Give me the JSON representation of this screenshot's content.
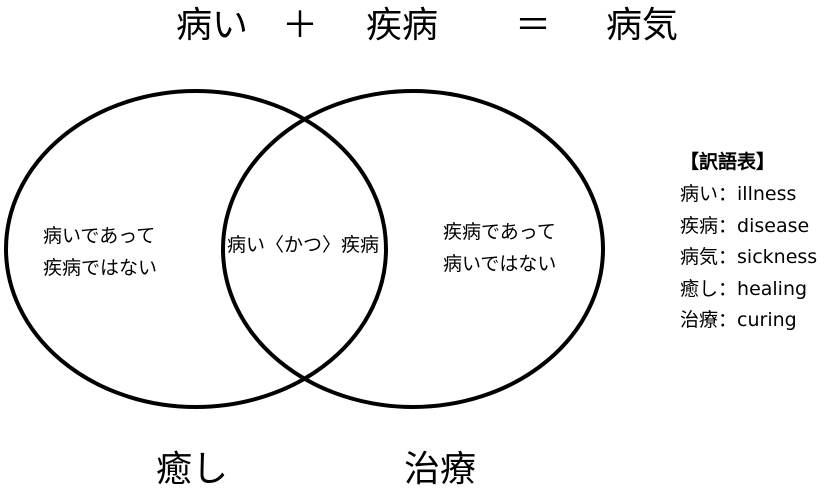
{
  "title": {
    "term1": "病い",
    "plus": "＋",
    "term2": "疾病",
    "equals": "＝",
    "result": "病気"
  },
  "regions": {
    "left_only": [
      "病いであって",
      "疾病ではない"
    ],
    "intersection": "病い〈かつ〉疾病",
    "right_only": [
      "疾病であって",
      "病いではない"
    ]
  },
  "circle_labels": {
    "left": "癒し",
    "right": "治療"
  },
  "legend": {
    "title": "【訳語表】",
    "items": [
      {
        "term": "病い",
        "translation": "illness"
      },
      {
        "term": "疾病",
        "translation": "disease"
      },
      {
        "term": "病気",
        "translation": "sickness"
      },
      {
        "term": "癒し",
        "translation": "healing"
      },
      {
        "term": "治療",
        "translation": "curing"
      }
    ],
    "separator": "："
  },
  "colors": {
    "stroke": "#000000",
    "background": "#ffffff"
  }
}
